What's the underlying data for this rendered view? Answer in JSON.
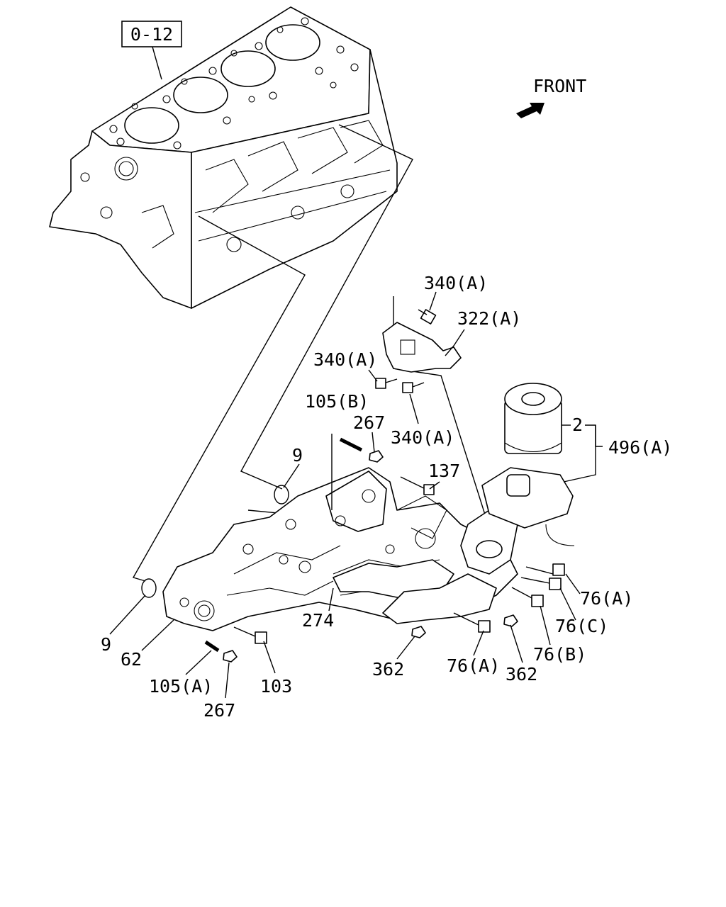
{
  "diagram": {
    "reference_box": "0-12",
    "front_label": "FRONT",
    "callouts": {
      "c340a_top": "340(A)",
      "c322a": "322(A)",
      "c340a_left": "340(A)",
      "c340a_mid": "340(A)",
      "c105b": "105(B)",
      "c267_top": "267",
      "c9_top": "9",
      "c137": "137",
      "c2": "2",
      "c496a": "496(A)",
      "c76a_right": "76(A)",
      "c76c": "76(C)",
      "c76b": "76(B)",
      "c274": "274",
      "c9_left": "9",
      "c62": "62",
      "c105a": "105(A)",
      "c267_bottom": "267",
      "c103": "103",
      "c362_left": "362",
      "c76a_bottom": "76(A)",
      "c362_right": "362"
    }
  }
}
